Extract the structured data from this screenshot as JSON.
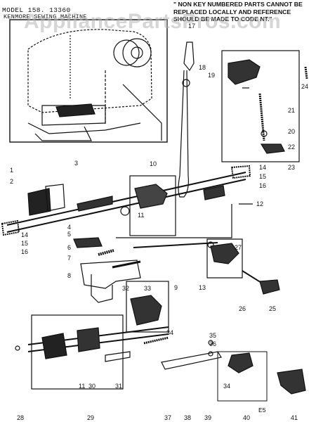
{
  "header": {
    "model": "MODEL 158. 13360",
    "machine": "KENMORE SEWING MACHINE",
    "note": "\" NON KEY NUMBERED PARTS CANNOT BE REPLACED LOCALLY AND REFERENCE SHOULD BE MADE TO CODE NT.\""
  },
  "watermark": "AppliancePartsPros.com",
  "footer_code": "E5",
  "callouts": [
    "1",
    "2",
    "3",
    "4",
    "5",
    "6",
    "7",
    "8",
    "9",
    "10",
    "11",
    "12",
    "13",
    "14",
    "15",
    "16",
    "17",
    "18",
    "19",
    "20",
    "21",
    "22",
    "23",
    "24",
    "25",
    "26",
    "27",
    "28",
    "29",
    "30",
    "31",
    "32",
    "33",
    "34",
    "35",
    "36",
    "37",
    "38",
    "39",
    "40",
    "41"
  ],
  "colors": {
    "ink": "#111111",
    "paper": "#ffffff",
    "watermark": "#b4b4b4"
  }
}
